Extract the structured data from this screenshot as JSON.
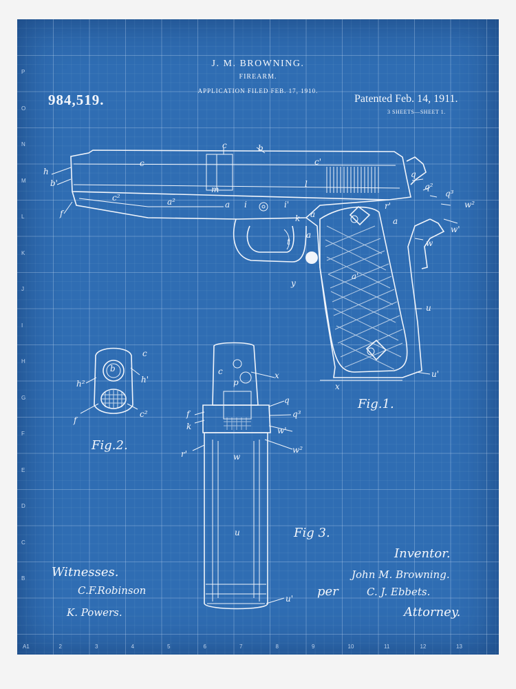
{
  "header": {
    "inventor_name": "J. M. BROWNING.",
    "subject": "FIREARM.",
    "application": "APPLICATION FILED FEB. 17, 1910.",
    "patent_number": "984,519.",
    "patented_date": "Patented Feb. 14, 1911.",
    "sheets": "3 SHEETS—SHEET 1."
  },
  "figures": {
    "fig1": "Fig.1.",
    "fig2": "Fig.2.",
    "fig3": "Fig 3."
  },
  "labels": {
    "fig1": [
      {
        "t": "c"
      },
      {
        "t": "b"
      },
      {
        "t": "h"
      },
      {
        "t": "b'"
      },
      {
        "t": "c"
      },
      {
        "t": "c'"
      },
      {
        "t": "m"
      },
      {
        "t": "l"
      },
      {
        "t": "c²"
      },
      {
        "t": "a²"
      },
      {
        "t": "a"
      },
      {
        "t": "i"
      },
      {
        "t": "i'"
      },
      {
        "t": "f"
      },
      {
        "t": "a"
      },
      {
        "t": "t"
      },
      {
        "t": "y"
      },
      {
        "t": "q"
      },
      {
        "t": "q²"
      },
      {
        "t": "q³"
      },
      {
        "t": "w²"
      },
      {
        "t": "w'"
      },
      {
        "t": "w"
      },
      {
        "t": "a"
      },
      {
        "t": "a'"
      },
      {
        "t": "u"
      },
      {
        "t": "u'"
      },
      {
        "t": "x"
      },
      {
        "t": "r'"
      },
      {
        "t": "a"
      },
      {
        "t": "k"
      }
    ],
    "fig2": [
      {
        "t": "c"
      },
      {
        "t": "b"
      },
      {
        "t": "h²"
      },
      {
        "t": "h'"
      },
      {
        "t": "f"
      },
      {
        "t": "c²"
      }
    ],
    "fig3": [
      {
        "t": "c"
      },
      {
        "t": "p"
      },
      {
        "t": "x"
      },
      {
        "t": "q"
      },
      {
        "t": "q³"
      },
      {
        "t": "w'"
      },
      {
        "t": "w²"
      },
      {
        "t": "f"
      },
      {
        "t": "k"
      },
      {
        "t": "r'"
      },
      {
        "t": "w"
      },
      {
        "t": "u"
      },
      {
        "t": "u'"
      }
    ]
  },
  "signatures": {
    "witnesses_heading": "Witnesses.",
    "witness1": "C.F.Robinson",
    "witness2": "K. Powers.",
    "inventor_heading": "Inventor.",
    "inventor": "John M. Browning.",
    "per": "per",
    "attorney_sig": "C. J. Ebbets.",
    "attorney_heading": "Attorney."
  },
  "grid": {
    "row_letters": [
      "P",
      "O",
      "N",
      "M",
      "L",
      "K",
      "J",
      "I",
      "H",
      "G",
      "F",
      "E",
      "D",
      "C",
      "B"
    ],
    "col_numbers": [
      "A1",
      "2",
      "3",
      "4",
      "5",
      "6",
      "7",
      "8",
      "9",
      "10",
      "11",
      "12",
      "13"
    ]
  },
  "colors": {
    "blueprint": "#2f6db3",
    "ink": "#f1f5fb",
    "mat": "#f4f4f4"
  }
}
